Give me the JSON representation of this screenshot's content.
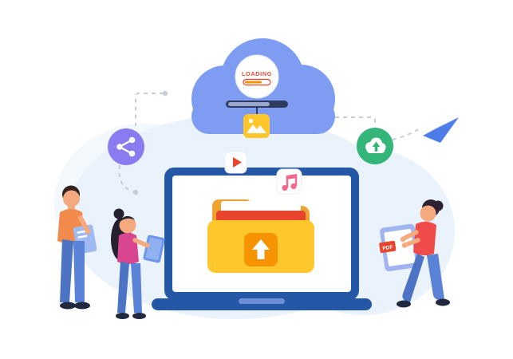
{
  "illustration": {
    "loading_badge": {
      "label": "LOADING",
      "progress_percent": 60
    },
    "pdf_file": {
      "label": "PDF"
    },
    "icons": {
      "share-icon": "three connected nodes",
      "cloud-upload-icon": "cloud with up arrow",
      "paper-plane-icon": "paper plane",
      "image-file-icon": "picture with mountains",
      "video-file-icon": "play triangle",
      "music-file-icon": "double music note",
      "upload-arrow-icon": "up arrow",
      "pdf-file-icon": "document with PDF tag",
      "loading-badge": "circle with progress bar"
    },
    "colors": {
      "cloud": "#7E9CF2",
      "laptop": "#2458A6",
      "folder_front": "#FFC72C",
      "folder_back": "#EFA22E",
      "upload_square": "#F59300",
      "accent_red": "#E8452F",
      "share_purple": "#8A7CF0",
      "upload_green": "#34B57A",
      "paper_plane_blue": "#4D7DE8",
      "blob_background": "#EAF2FB",
      "jeans_blue": "#4C73C4",
      "shirt_orange": "#F28A4B",
      "top_magenta": "#D9458F",
      "top_red": "#EF4B4B",
      "skin": "#F5A97E",
      "connector_gray": "#C7CDD9"
    }
  }
}
